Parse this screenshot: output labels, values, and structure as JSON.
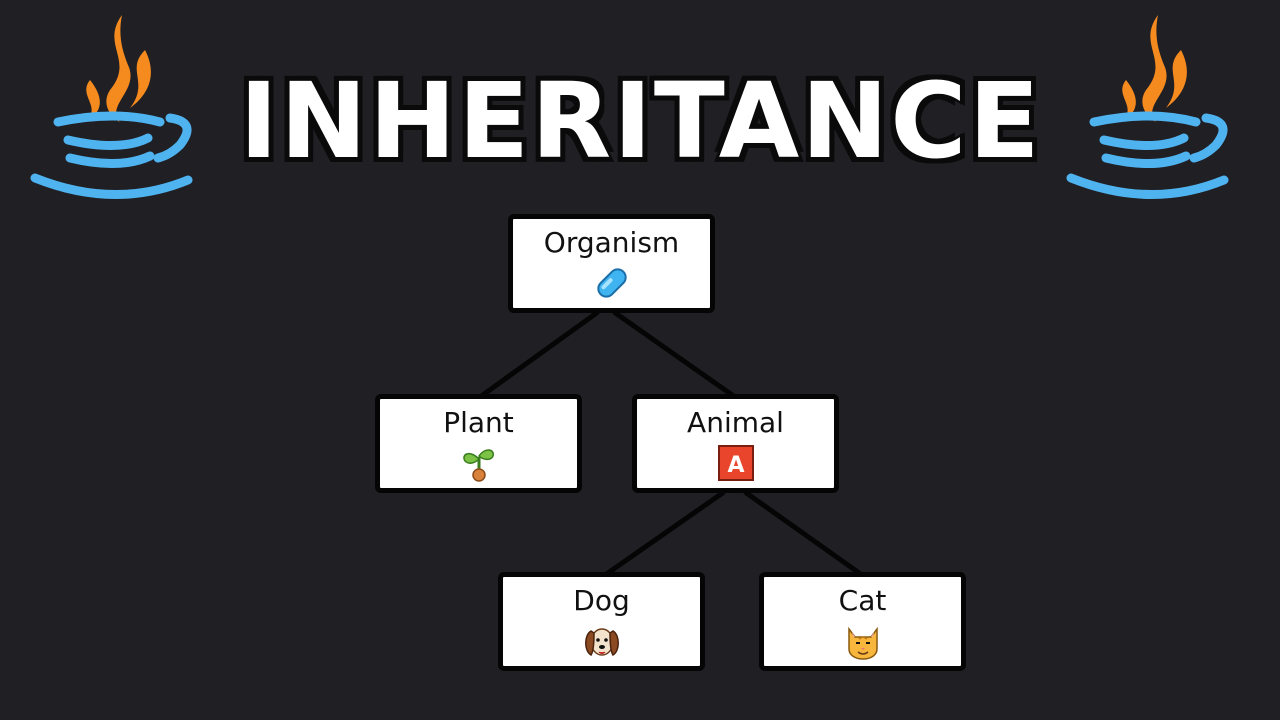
{
  "title": "INHERITANCE",
  "colors": {
    "background": "#1f1f24",
    "java_flame": "#f58a1f",
    "java_cup": "#4fb3f0",
    "node_fill": "#ffffff",
    "node_border": "#050505",
    "animal_badge": "#e8452c"
  },
  "diagram": {
    "nodes": {
      "organism": {
        "label": "Organism",
        "icon": "pill-icon"
      },
      "plant": {
        "label": "Plant",
        "icon": "seedling-icon"
      },
      "animal": {
        "label": "Animal",
        "icon": "letter-a-badge-icon",
        "badge_text": "A"
      },
      "dog": {
        "label": "Dog",
        "icon": "dog-face-icon"
      },
      "cat": {
        "label": "Cat",
        "icon": "cat-face-icon"
      }
    },
    "edges": [
      {
        "from": "organism",
        "to": "plant"
      },
      {
        "from": "organism",
        "to": "animal"
      },
      {
        "from": "animal",
        "to": "dog"
      },
      {
        "from": "animal",
        "to": "cat"
      }
    ]
  },
  "logos": {
    "left": "java-logo-icon",
    "right": "java-logo-icon"
  }
}
